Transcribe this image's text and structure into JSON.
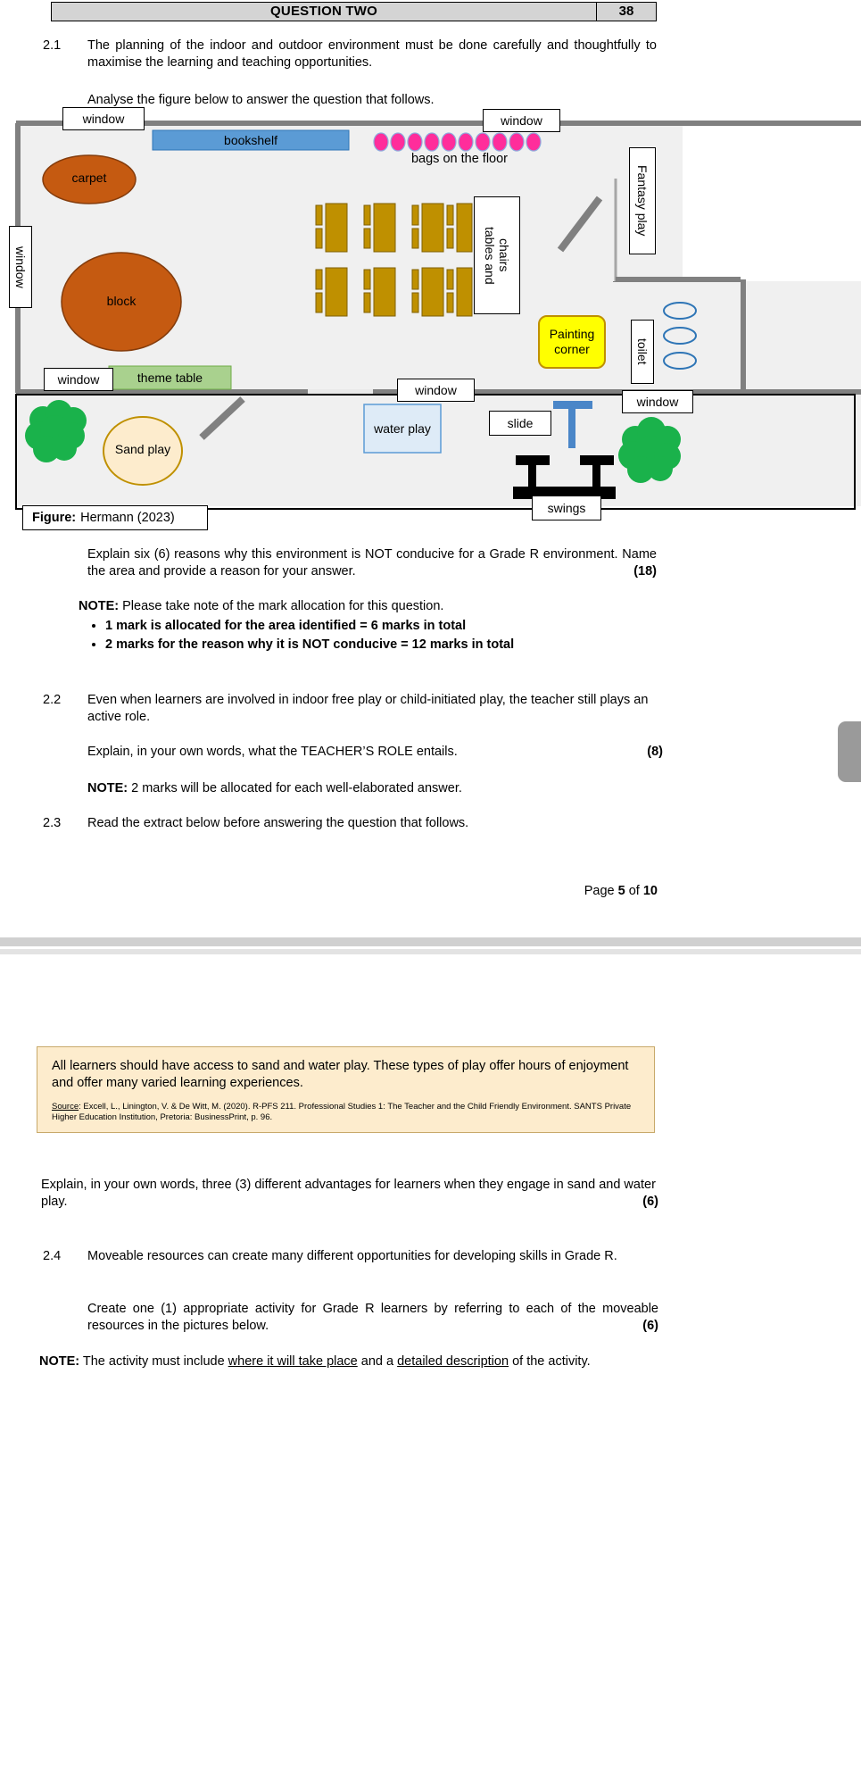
{
  "header": {
    "title": "QUESTION TWO",
    "marks": "38"
  },
  "q21": {
    "number": "2.1",
    "intro": "The planning of the indoor and outdoor environment must be done carefully and thoughtfully to maximise the learning and teaching opportunities.",
    "analyse": "Analyse the figure below to answer the question that follows.",
    "figure_caption_label": "Figure:",
    "figure_caption_text": "Hermann (2023)",
    "question": "Explain six (6) reasons why this environment is NOT conducive for a Grade R environment. Name the area and provide a reason for your answer.",
    "marks": "(18)",
    "note_label": "NOTE:",
    "note_text": "Please take note of the mark allocation for this question.",
    "bullets": [
      "1 mark is allocated for the area identified = 6 marks in total",
      "2 marks for the reason why it is NOT conducive = 12 marks in total"
    ]
  },
  "figure": {
    "labels": {
      "window": "window",
      "bookshelf": "bookshelf",
      "carpet": "carpet",
      "block": "block",
      "bags": "bags on the floor",
      "tables_and_chairs": "tables and\nchairs",
      "tables_line1": "tables and",
      "tables_line2": "chairs",
      "fantasy_play": "Fantasy play",
      "painting_corner_line1": "Painting",
      "painting_corner_line2": "corner",
      "toilet": "toilet",
      "theme_table": "theme table",
      "water_play": "water play",
      "slide": "slide",
      "sand_play": "Sand play",
      "swings": "swings"
    },
    "colors": {
      "bookshelf": "#5b9bd5",
      "carpet": "#c55a11",
      "block": "#c55a11",
      "tables": "#bf9000",
      "bags": "#ff2d9b",
      "painting_corner": "#ffff00",
      "theme_table": "#a9d18e",
      "water_play": "#deebf7",
      "slide": "#4a86c8",
      "sand_play": "#fdeccd",
      "tree": "#1ab24b",
      "swings": "#000000",
      "wall": "#808080",
      "room_fill": "#f0f0f0"
    }
  },
  "q22": {
    "number": "2.2",
    "intro": "Even when learners are involved in indoor free play or child-initiated play, the teacher still plays an active role.",
    "question": "Explain, in your own words, what the TEACHER’S ROLE entails.",
    "marks": "(8)",
    "note_label": "NOTE:",
    "note_text": "2 marks will be allocated for each well-elaborated answer."
  },
  "q23": {
    "number": "2.3",
    "intro": "Read the extract below before answering the question that follows.",
    "extract_text": "All learners should have access to sand and water play. These types of play offer hours of enjoyment and offer many varied learning experiences.",
    "source_label": "Source",
    "source_text": ": Excell, L., Linington, V. & De Witt, M. (2020). R-PFS 211. Professional Studies 1: The Teacher and the Child Friendly Environment. SANTS Private Higher Education Institution, Pretoria: BusinessPrint, p. 96.",
    "question": "Explain, in your own words, three (3) different advantages for learners when they engage in sand and water play.",
    "marks": "(6)"
  },
  "q24": {
    "number": "2.4",
    "intro": "Moveable resources can create many different opportunities for developing skills in Grade R.",
    "question": "Create one (1) appropriate activity for Grade R learners by referring to each of the moveable resources in the pictures below.",
    "marks": "(6)",
    "note_label": "NOTE:",
    "note_prefix": " The activity must include ",
    "note_underline1": "where it will take place",
    "note_mid": " and a ",
    "note_underline2": "detailed description",
    "note_suffix": " of the activity."
  },
  "footer": {
    "page_text_prefix": "Page ",
    "page_current": "5",
    "page_of": " of ",
    "page_total": "10"
  }
}
